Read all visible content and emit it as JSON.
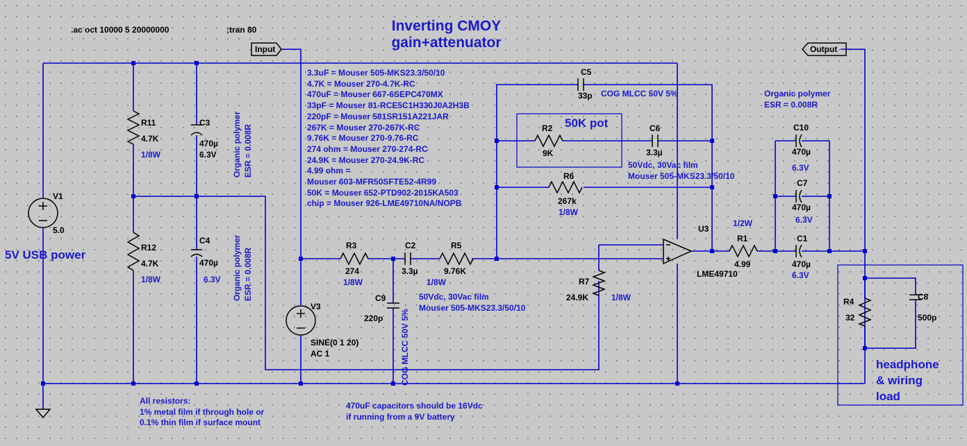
{
  "title": {
    "line1": "Inverting CMOY",
    "line2": "gain+attenuator"
  },
  "directives": {
    "ac": ".ac oct 10000 5 20000000",
    "tran": ";tran 80"
  },
  "ports": {
    "input": "Input",
    "output": "Output"
  },
  "bom": [
    "3.3uF = Mouser 505-MKS23.3/50/10",
    "4.7K = Mouser 270-4.7K-RC",
    "470uF = Mouser 667-6SEPC470MX",
    "33pF = Mouser 81-RCE5C1H330J0A2H3B",
    "220pF = Mouser 581SR151A221JAR",
    "267K = Mouser 270-267K-RC",
    "9.76K = Mouser 270-9.76-RC",
    "274 ohm = Mouser 270-274-RC",
    "24.9K = Mouser 270-24.9K-RC",
    "4.99 ohm =",
    "Mouser 603-MFR50SFTE52-4R99",
    "50K = Mouser 652-PTD902-2015KA503",
    "chip = Mouser 926-LME49710NA/NOPB"
  ],
  "components": {
    "V1": {
      "ref": "V1",
      "value": "5.0"
    },
    "V3": {
      "ref": "V3",
      "value": "SINE(0 1 20)",
      "ac": "AC 1"
    },
    "R11": {
      "ref": "R11",
      "value": "4.7K",
      "power": "1/8W"
    },
    "R12": {
      "ref": "R12",
      "value": "4.7K",
      "power": "1/8W"
    },
    "C3": {
      "ref": "C3",
      "value": "470µ",
      "voltage": "6.3V"
    },
    "C4": {
      "ref": "C4",
      "value": "470µ",
      "voltage": "6.3V"
    },
    "R3": {
      "ref": "R3",
      "value": "274",
      "power": "1/8W"
    },
    "C2": {
      "ref": "C2",
      "value": "3.3µ"
    },
    "R5": {
      "ref": "R5",
      "value": "9.76K",
      "power": "1/8W"
    },
    "C9": {
      "ref": "C9",
      "value": "220p"
    },
    "R7": {
      "ref": "R7",
      "value": "24.9K",
      "power": "1/8W"
    },
    "C5": {
      "ref": "C5",
      "value": "33p"
    },
    "R2": {
      "ref": "R2",
      "value": "9K"
    },
    "C6": {
      "ref": "C6",
      "value": "3.3µ"
    },
    "R6": {
      "ref": "R6",
      "value": "267k",
      "power": "1/8W"
    },
    "U3": {
      "ref": "U3",
      "part": "LME49710"
    },
    "R1": {
      "ref": "R1",
      "value": "4.99",
      "power": "1/2W"
    },
    "C10": {
      "ref": "C10",
      "value": "470µ",
      "voltage": "6.3V"
    },
    "C7": {
      "ref": "C7",
      "value": "470µ",
      "voltage": "6.3V"
    },
    "C1": {
      "ref": "C1",
      "value": "470µ",
      "voltage": "6.3V"
    },
    "R4": {
      "ref": "R4",
      "value": "32"
    },
    "C8": {
      "ref": "C8",
      "value": "500p"
    }
  },
  "annotations": {
    "usb_power": "5V USB power",
    "pot": "50K pot",
    "cog_mlcc": "COG MLCC 50V 5%",
    "cog_mlcc_c9": "COG MLCC 50V 5%",
    "organic_polymer": "Organic polymer",
    "esr": "ESR = 0.008R",
    "film_c2_1": "50Vdc, 30Vac film",
    "film_c2_2": "Mouser 505-MKS23.3/50/10",
    "film_c6_1": "50Vdc, 30Vac film",
    "film_c6_2": "Mouser 505-MKS23.3/50/10",
    "organic_polymer_out": "Organic polymer",
    "esr_out": "ESR = 0.008R",
    "load_1": "headphone",
    "load_2": "& wiring",
    "load_3": "load",
    "resistors_1": "All resistors:",
    "resistors_2": "1% metal film if through hole or",
    "resistors_3": "0.1% thin film if surface mount",
    "caps_1": "470uF capacitors should be 16Vdc",
    "caps_2": "if running from a 9V battery"
  },
  "colors": {
    "background": "#c8c8c8",
    "wire": "#0000cc",
    "symbol": "#000000",
    "annotation": "#1a1acc"
  }
}
